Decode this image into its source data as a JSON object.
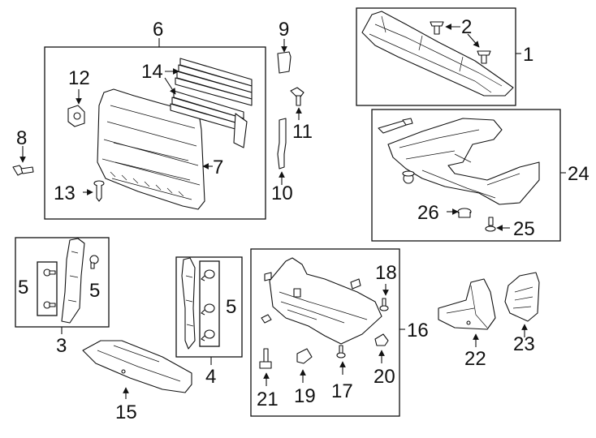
{
  "callouts": {
    "c1": "1",
    "c2": "2",
    "c3": "3",
    "c4": "4",
    "c5a": "5",
    "c5b": "5",
    "c5c": "5",
    "c6": "6",
    "c7": "7",
    "c8": "8",
    "c9": "9",
    "c10": "10",
    "c11": "11",
    "c12": "12",
    "c13": "13",
    "c14": "14",
    "c15": "15",
    "c16": "16",
    "c17": "17",
    "c18": "18",
    "c19": "19",
    "c20": "20",
    "c21": "21",
    "c22": "22",
    "c23": "23",
    "c24": "24",
    "c25": "25",
    "c26": "26"
  }
}
